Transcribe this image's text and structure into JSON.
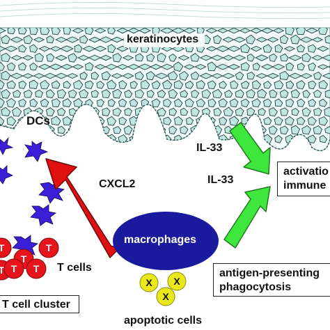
{
  "labels": {
    "keratinocytes": "keratinocytes",
    "dcs": "DCs",
    "il33_top": "IL-33",
    "il33_mid": "IL-33",
    "cxcl2": "CXCL2",
    "macrophages": "macrophages",
    "t_cells": "T cells",
    "t_cell_cluster": "T cell cluster",
    "apoptotic_cells": "apoptotic cells",
    "activation_line1": "activatio",
    "activation_line2": "immune",
    "antigen_line1": "antigen-presenting",
    "antigen_line2": "phagocytosis",
    "t_mark": "T",
    "x_mark": "X"
  },
  "colors": {
    "macrophage": "#1a1a9e",
    "t_cell": "#e8141b",
    "dc": "#3b1fd6",
    "apoptotic": "#e8e81a",
    "red_arrow": "#e01010",
    "green_arrow": "#3ee63e",
    "keratinocyte_fill": "#bfe6e0",
    "keratinocyte_stroke": "#1f3f3a"
  },
  "icons": [
    "red-arrow",
    "green-arrow",
    "keratinocyte-cell",
    "dc-star",
    "t-cell",
    "apoptotic-cell"
  ]
}
